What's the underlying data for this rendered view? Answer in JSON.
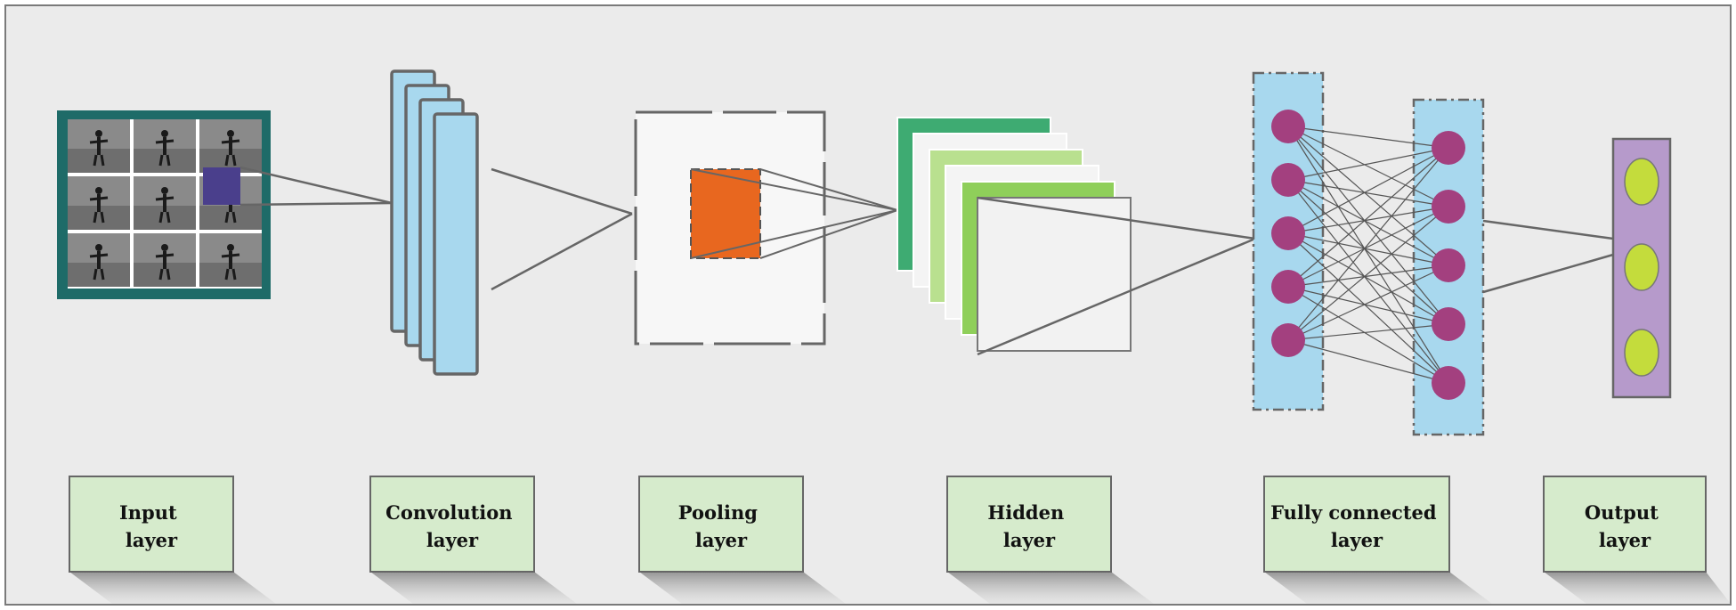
{
  "labels": {
    "input": [
      "Input",
      "layer"
    ],
    "convolution": [
      "Convolution",
      "layer"
    ],
    "pooling": [
      "Pooling",
      "layer"
    ],
    "hidden": [
      "Hidden",
      "layer"
    ],
    "fully_connected": [
      "Fully connected",
      "layer"
    ],
    "output": [
      "Output",
      "layer"
    ]
  },
  "colors": {
    "background": "#ebebeb",
    "frame": "#7a7a7a",
    "label_fill": "#d6ebcc",
    "label_border": "#666666",
    "input_frame": "#1e6b68",
    "conv_fill": "#a8d8ee",
    "pool_patch": "#e8671f",
    "hidden_dark": "#3eab72",
    "hidden_mid": "#8fcf5a",
    "hidden_light": "#b9e08f",
    "fc_fill": "#a8d8ee",
    "fc_node": "#a3407f",
    "output_fill": "#b69acb",
    "output_node": "#c4dc3c",
    "kernel": "#4a3f8c"
  },
  "network": {
    "fc1_nodes": 5,
    "fc2_nodes": 5,
    "output_nodes": 3,
    "conv_maps": 4,
    "hidden_maps": 6,
    "input_tiles": 9
  }
}
